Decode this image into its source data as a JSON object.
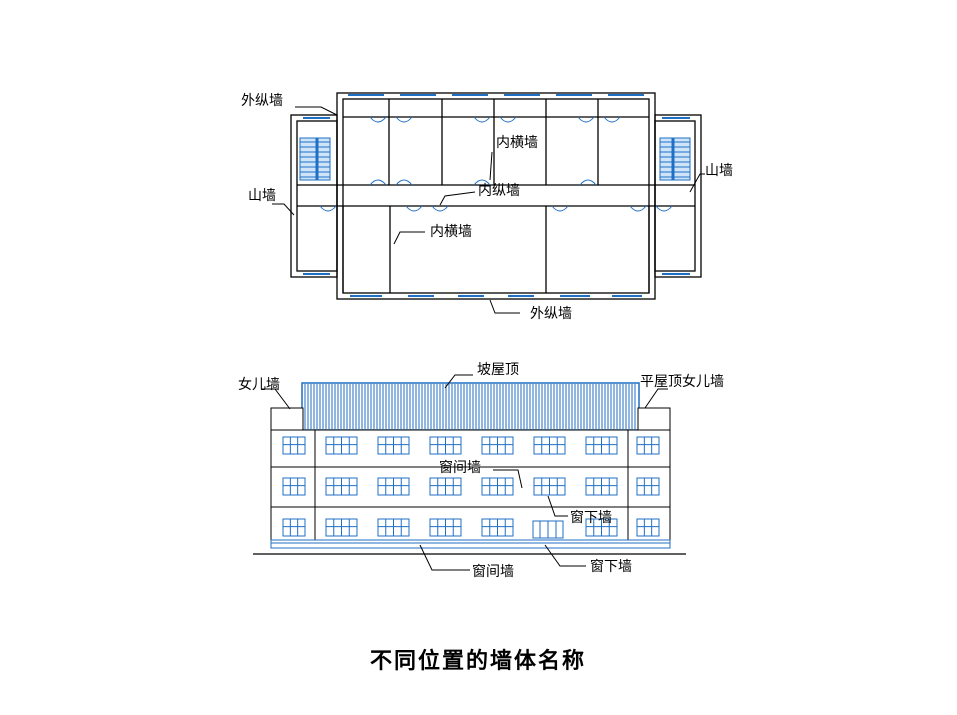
{
  "floor_plan_labels": {
    "outer_longitudinal_top": "外纵墙",
    "inner_transverse_top": "内横墙",
    "inner_longitudinal": "内纵墙",
    "gable_left": "山墙",
    "gable_right": "山墙",
    "inner_transverse_bottom": "内横墙",
    "outer_longitudinal_bottom": "外纵墙"
  },
  "elevation_labels": {
    "parapet": "女儿墙",
    "pitched_roof": "坡屋顶",
    "flat_roof_parapet": "平屋顶女儿墙",
    "pier_wall_upper": "窗间墙",
    "sill_wall_upper": "窗下墙",
    "pier_wall_lower": "窗间墙",
    "sill_wall_lower": "窗下墙"
  },
  "caption": "不同位置的墙体名称",
  "colors": {
    "wall": "#000000",
    "accent": "#1f6fc4",
    "accent_light": "#4a9be6"
  }
}
